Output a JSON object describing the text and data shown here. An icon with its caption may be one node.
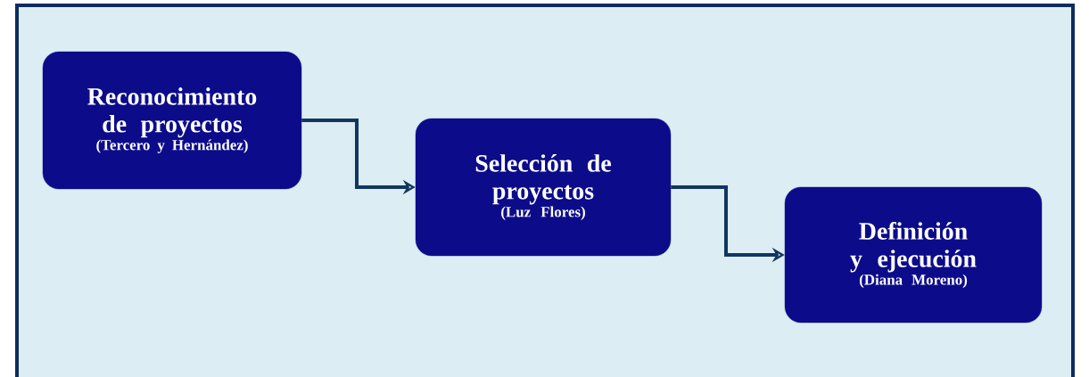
{
  "diagram": {
    "nodes": [
      {
        "text": [
          "Reconocimiento de proyectos",
          "(Tercero y Hernández)"
        ]
      },
      {
        "text": [
          "Selección de proyectos",
          "(Luz Flores)"
        ]
      },
      {
        "text": [
          "Definición y ejecución",
          "(Diana Moreno)"
        ]
      }
    ],
    "edges": [
      {
        "from": 0,
        "to": 1,
        "arrow": "to"
      },
      {
        "from": 1,
        "to": 2,
        "arrow": "to"
      }
    ]
  }
}
